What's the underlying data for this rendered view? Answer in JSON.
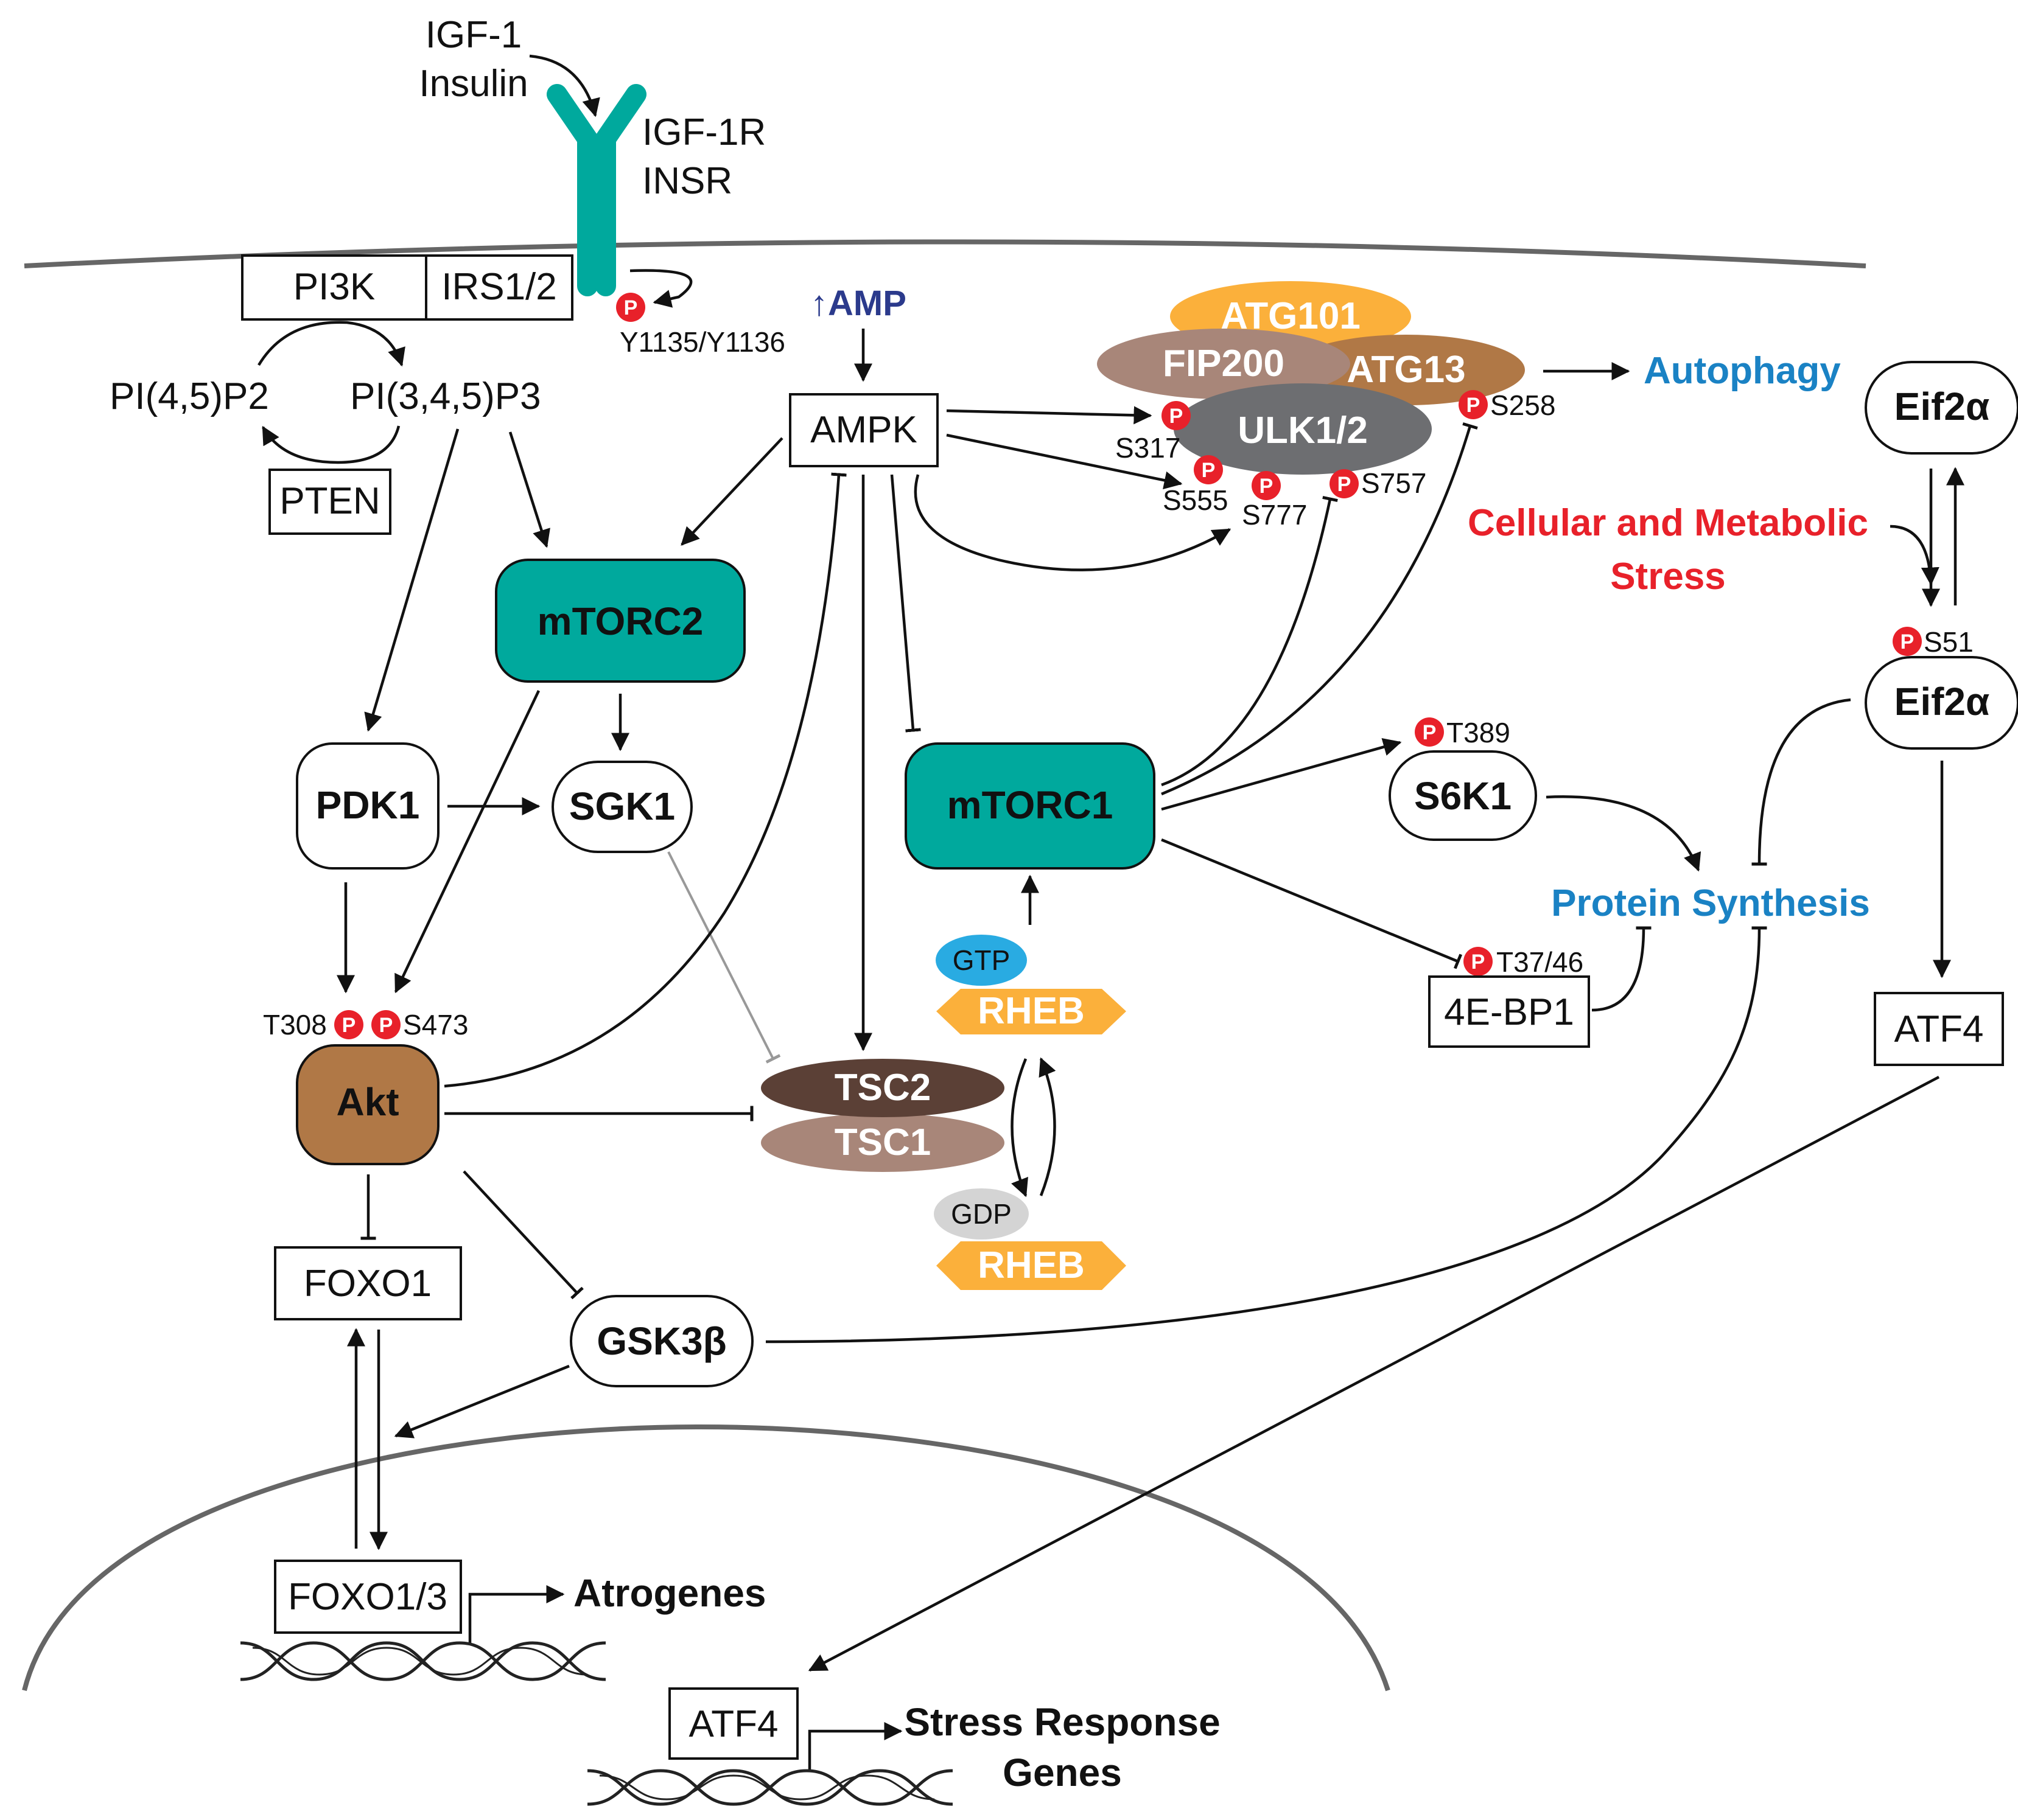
{
  "ligand": {
    "line1": "IGF-1",
    "line2": "Insulin"
  },
  "receptor": {
    "line1": "IGF-1R",
    "line2": "INSR",
    "sites": "Y1135/Y1136"
  },
  "nodes": {
    "pi3k": "PI3K",
    "irs": "IRS1/2",
    "pip2": "PI(4,5)P2",
    "pip3": "PI(3,4,5)P3",
    "pten": "PTEN",
    "amp_arrow": "↑",
    "amp": "AMP",
    "ampk": "AMPK",
    "atg101": "ATG101",
    "fip200": "FIP200",
    "atg13": "ATG13",
    "ulk": "ULK1/2",
    "mtorc2": "mTORC2",
    "mtorc1": "mTORC1",
    "pdk1": "PDK1",
    "sgk1": "SGK1",
    "akt": "Akt",
    "tsc2": "TSC2",
    "tsc1": "TSC1",
    "gtp": "GTP",
    "gdp": "GDP",
    "rheb_gtp": "RHEB",
    "rheb_gdp": "RHEB",
    "s6k1": "S6K1",
    "eif4ebp1": "4E-BP1",
    "eif2a_top": "Eif2α",
    "eif2a_bottom": "Eif2α",
    "atf4_cyto": "ATF4",
    "foxo1": "FOXO1",
    "gsk3b": "GSK3β",
    "foxo13": "FOXO1/3",
    "atf4_nuc": "ATF4"
  },
  "phospho": {
    "p": "P",
    "s317": "S317",
    "s555": "S555",
    "s777": "S777",
    "s757": "S757",
    "s258": "S258",
    "t389": "T389",
    "t3746": "T37/46",
    "s51": "S51",
    "t308": "T308",
    "s473": "S473"
  },
  "outcomes": {
    "autophagy": "Autophagy",
    "stress_line1": "Cellular and Metabolic",
    "stress_line2": "Stress",
    "protein_synthesis": "Protein Synthesis",
    "atrogenes": "Atrogenes",
    "stress_genes_line1": "Stress Response",
    "stress_genes_line2": "Genes"
  },
  "colors": {
    "teal": "#00a99d",
    "akt_brown": "#b07846",
    "tsc2": "#5b4036",
    "tsc1": "#a88679",
    "atg101": "#fbb03b",
    "fip200": "#a88679",
    "atg13": "#b07846",
    "ulk": "#6d6e71",
    "rheb": "#fbb03b",
    "gtp": "#29abe2",
    "gdp": "#d4d4d4",
    "phospho": "#e8212a",
    "blue_text": "#1a82c4",
    "red_text": "#e8212a"
  }
}
